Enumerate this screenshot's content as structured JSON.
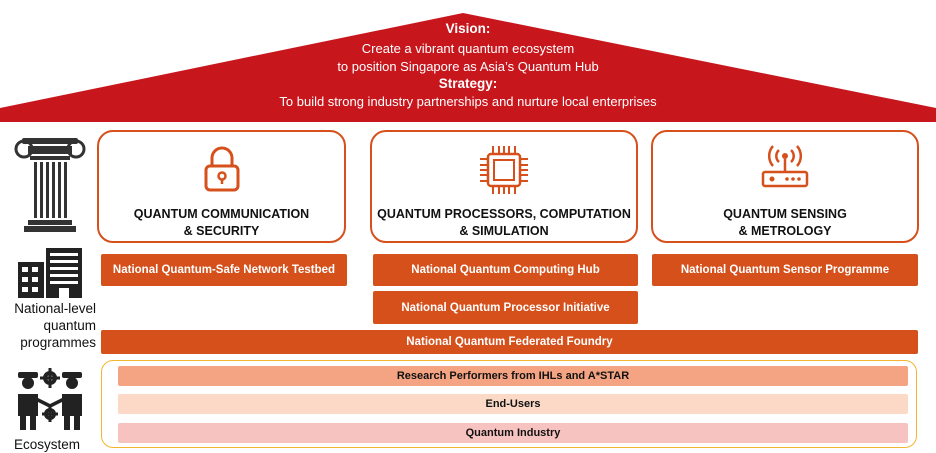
{
  "roof": {
    "vision_heading": "Vision:",
    "vision_line1": "Create a vibrant quantum ecosystem",
    "vision_line2": "to position Singapore as Asia’s Quantum Hub",
    "strategy_heading": "Strategy:",
    "strategy_line": "To build strong industry partnerships and nurture local enterprises",
    "color": "#c8161d"
  },
  "pillars": [
    {
      "title_line1": "QUANTUM COMMUNICATION",
      "title_line2": "& SECURITY",
      "icon": "lock-icon"
    },
    {
      "title_line1": "QUANTUM PROCESSORS, COMPUTATION",
      "title_line2": "& SIMULATION",
      "icon": "chip-icon"
    },
    {
      "title_line1": "QUANTUM SENSING",
      "title_line2": "& METROLOGY",
      "icon": "router-icon"
    }
  ],
  "programmes": {
    "qsafe": "National Quantum-Safe Network Testbed",
    "computing_hub": "National Quantum Computing Hub",
    "sensor": "National Quantum Sensor Programme",
    "processor": "National Quantum Processor Initiative",
    "foundry": "National Quantum Federated Foundry",
    "color": "#d5501b"
  },
  "ecosystem": {
    "research": "Research Performers from IHLs and A*STAR",
    "end_users": "End-Users",
    "industry": "Quantum Industry",
    "colors": [
      "#f4a482",
      "#fbd9c6",
      "#f7c3c0"
    ],
    "frame_color": "#f2b530"
  },
  "side": {
    "national_line1": "National-level",
    "national_line2": "quantum",
    "national_line3": "programmes",
    "ecosystem_label": "Ecosystem",
    "icons": [
      "pillar-column-icon",
      "building-icon",
      "people-gears-icon"
    ]
  }
}
